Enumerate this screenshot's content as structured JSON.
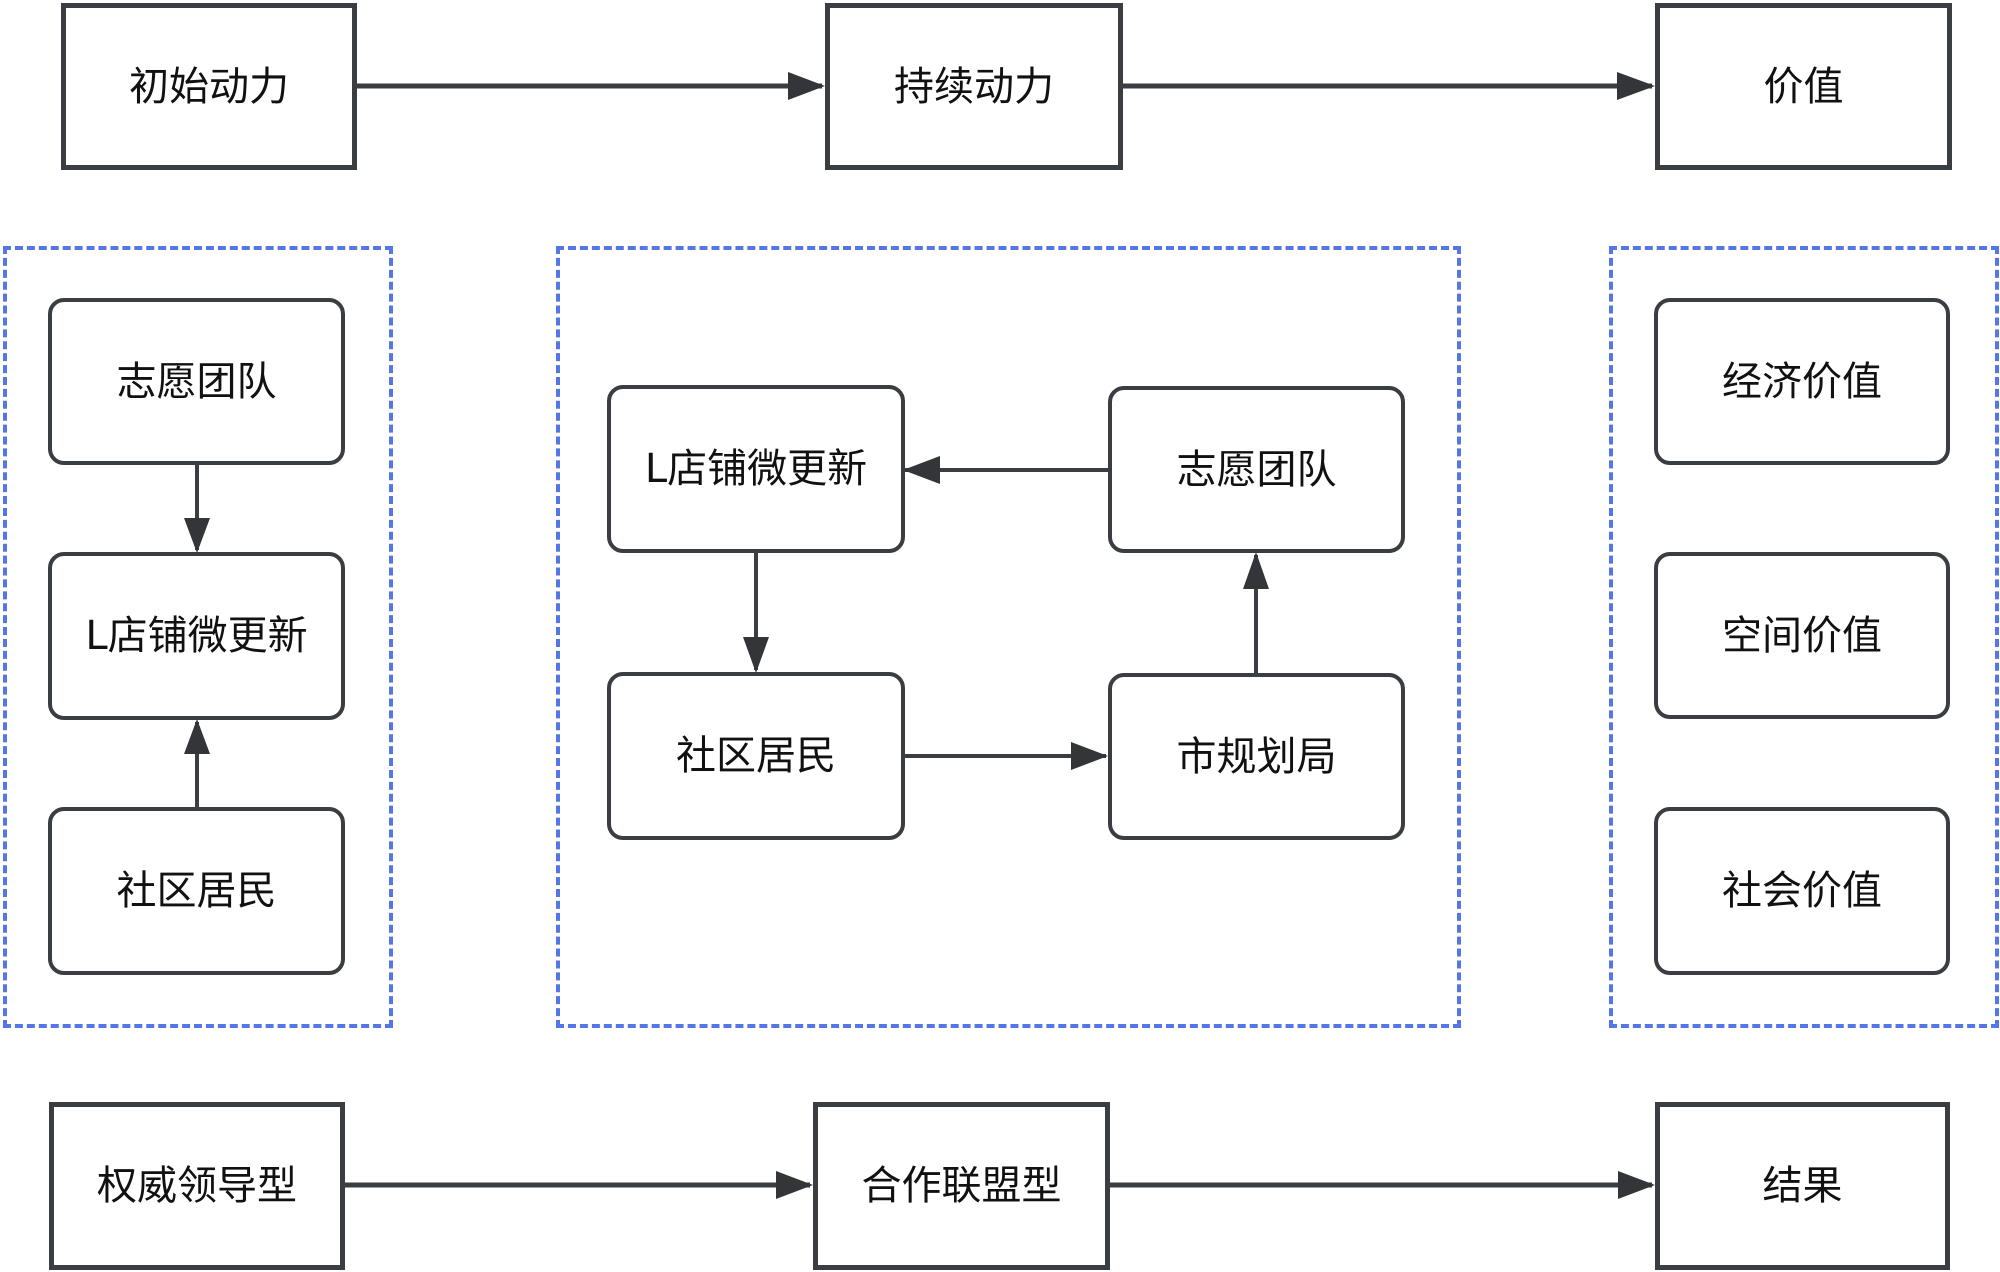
{
  "diagram": {
    "top_row": {
      "initial": "初始动力",
      "sustained": "持续动力",
      "value": "价值"
    },
    "left_group": {
      "items": [
        "志愿团队",
        "L店铺微更新",
        "社区居民"
      ]
    },
    "center_group": {
      "shop": "L店铺微更新",
      "volunteer": "志愿团队",
      "residents": "社区居民",
      "planning_bureau": "市规划局"
    },
    "right_group": {
      "items": [
        "经济价值",
        "空间价值",
        "社会价值"
      ]
    },
    "bottom_row": {
      "authority": "权威领导型",
      "alliance": "合作联盟型",
      "result": "结果"
    },
    "edges": [
      {
        "from": "初始动力",
        "to": "持续动力"
      },
      {
        "from": "持续动力",
        "to": "价值"
      },
      {
        "from": "志愿团队",
        "to": "L店铺微更新",
        "group": "left"
      },
      {
        "from": "社区居民",
        "to": "L店铺微更新",
        "group": "left"
      },
      {
        "from": "志愿团队",
        "to": "L店铺微更新",
        "group": "center"
      },
      {
        "from": "L店铺微更新",
        "to": "社区居民",
        "group": "center"
      },
      {
        "from": "社区居民",
        "to": "市规划局",
        "group": "center"
      },
      {
        "from": "市规划局",
        "to": "志愿团队",
        "group": "center"
      },
      {
        "from": "权威领导型",
        "to": "合作联盟型"
      },
      {
        "from": "合作联盟型",
        "to": "结果"
      }
    ],
    "colors": {
      "stroke": "#3a3d42",
      "group_dash": "#5476e6",
      "text": "#111111"
    }
  }
}
